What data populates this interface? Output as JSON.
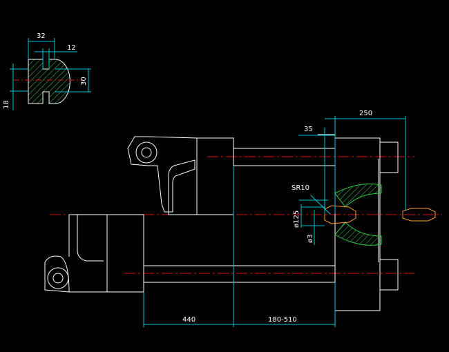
{
  "dimensions": {
    "profile_width": "32",
    "profile_slot": "12",
    "profile_height": "30",
    "profile_offset": "18",
    "nozzle_dist": "35",
    "mold_span": "250",
    "sphere_radius": "SR10",
    "nozzle_dia": "ø125",
    "orifice_dia": "ø3",
    "stroke_a": "440",
    "stroke_b": "180-510"
  },
  "colors": {
    "outline": "#ffffff",
    "dimension": "#00c8d8",
    "centerline": "#e01010",
    "hatch": "#2ecc40",
    "orange": "#ff9a30"
  }
}
